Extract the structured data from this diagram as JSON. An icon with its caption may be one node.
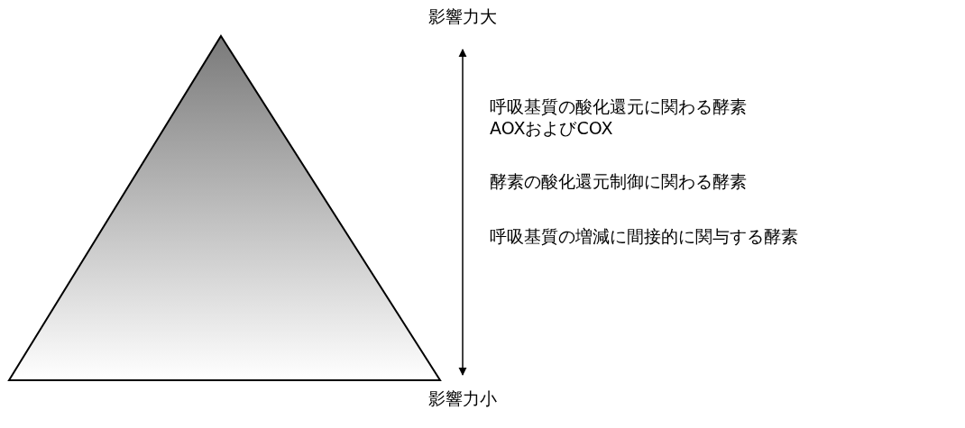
{
  "diagram": {
    "labels": [
      "影響力大",
      "呼吸基質の酸化還元に関わる酵素",
      "AOXおよびCOX",
      "酵素の酸化還元制御に関わる酵素",
      "呼吸基質の増減に間接的に関与する酵素",
      "影響力小"
    ]
  }
}
